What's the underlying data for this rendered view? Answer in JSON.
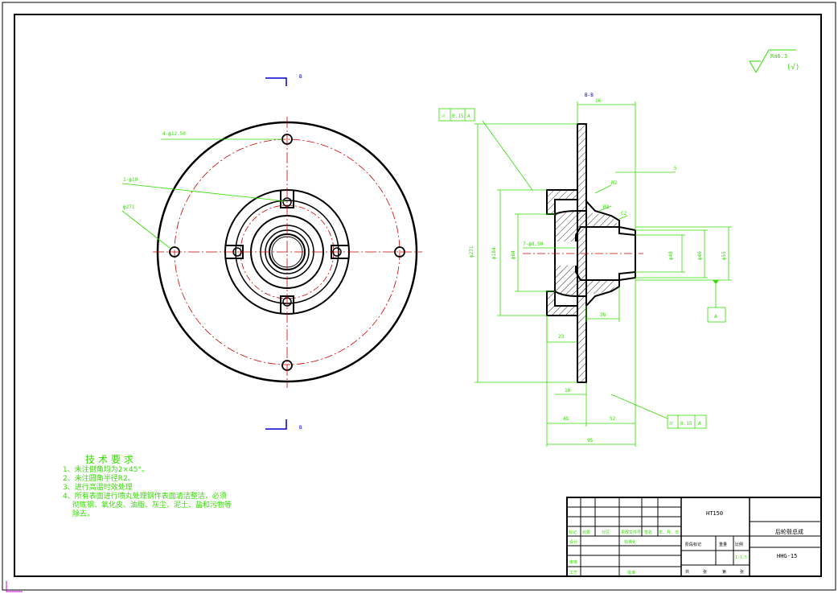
{
  "colors": {
    "outline": "#000000",
    "dimension": "#33dd00",
    "centerline": "#cc0000",
    "section_marker": "#0000cc",
    "corner_mark": "#cc00cc"
  },
  "front_view": {
    "hole_callout": "4-ф12.50",
    "small_hole_callout": "1-ф10",
    "circle_callout": "ф271",
    "section_mark_top": "B",
    "section_mark_bottom": "B"
  },
  "section_view": {
    "title": "B-B",
    "dims": {
      "top_width": "16",
      "right_offset": "5",
      "chamfer_1": "R2",
      "chamfer_2": "R2",
      "fillet": "C2",
      "outer_dia": "ф271",
      "flange_dia": "ф184",
      "bore_dia": "ф84",
      "hole_callout": "7-ф8.50",
      "inner_dia_1": "ф48",
      "inner_dia_2": "ф46",
      "shaft_dia": "ф55",
      "step_1": "23",
      "step_2": "28",
      "step_3": "10",
      "width_left": "45",
      "width_right": "52",
      "total_width": "95"
    },
    "gtol_top": [
      "⌓",
      "0.15",
      "A"
    ],
    "gtol_bottom": [
      "⌭",
      "0.15",
      "A"
    ],
    "datum": "A"
  },
  "surface_roughness": {
    "value": "Ra6.3",
    "note": "(√)"
  },
  "tech_requirements": {
    "title": "技术要求",
    "lines": [
      "1、未注倒角均为2×45°。",
      "2、未注圆角半径R2。",
      "3、进行高温时效处理",
      "4、所有表面进行喷丸处理钢件表面清洁整洁，必须",
      "彻底钢、氧化皮、油脂、灰尘、泥土、盐和污物等",
      "除去。"
    ]
  },
  "title_block": {
    "material": "HT150",
    "part_name": "后轮毂总成",
    "drawing_no": "HHG-15",
    "scale": "1:1.5",
    "header_labels": [
      "标记",
      "处数",
      "分区",
      "更改文件号",
      "签名",
      "年、月、日"
    ],
    "rows_left": [
      "设计",
      "审核",
      "工艺"
    ],
    "stage_labels": [
      "阶段标记",
      "重量",
      "比例"
    ],
    "sheet_labels": [
      "共",
      "张",
      "第",
      "张"
    ],
    "standardize": "标准化",
    "approve": "批准"
  }
}
